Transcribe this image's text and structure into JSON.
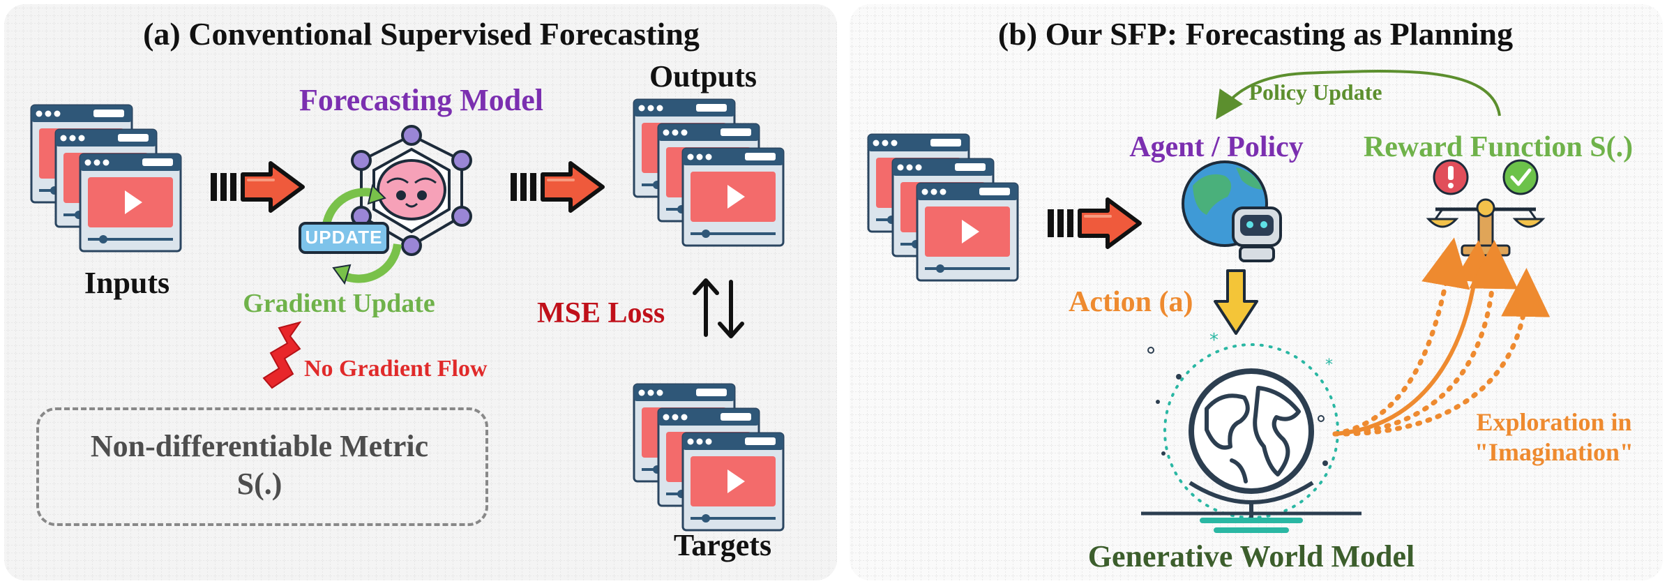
{
  "colors": {
    "purple": "#7b2fb0",
    "green": "#6fb24a",
    "red": "#c0101a",
    "orange": "#ee8a2f",
    "dark_green": "#3c5e2c",
    "policy_green": "#5c8f2e",
    "panel_bg": "#f4f4f4"
  },
  "panel_a": {
    "title": "(a) Conventional Supervised Forecasting",
    "inputs_label": "Inputs",
    "model_label": "Forecasting Model",
    "update_badge": "UPDATE",
    "gradient_update": "Gradient Update",
    "outputs_label": "Outputs",
    "mse_loss": "MSE Loss",
    "targets_label": "Targets",
    "no_gradient_flow": "No Gradient Flow",
    "metric_line1": "Non-differentiable Metric",
    "metric_line2": "S(.)"
  },
  "panel_b": {
    "title": "(b) Our SFP: Forecasting as Planning",
    "policy_update": "Policy Update",
    "agent_label": "Agent / Policy",
    "reward_label": "Reward Function S(.)",
    "action_label": "Action (a)",
    "exploration_line1": "Exploration in",
    "exploration_line2": "\"Imagination\"",
    "world_model_label": "Generative World Model"
  },
  "icons": {
    "video_stack": "video-player-stack-icon",
    "arrow": "red-forward-arrow-icon",
    "brain": "neural-brain-icon",
    "refresh": "refresh-cycle-icon",
    "lightning": "broken-lightning-icon",
    "swap": "up-down-swap-arrows-icon",
    "agent": "globe-robot-icon",
    "down_arrow": "yellow-down-arrow-icon",
    "world": "world-globe-icon",
    "scale": "balance-scale-icon",
    "warning": "exclamation-icon",
    "check": "check-icon"
  }
}
